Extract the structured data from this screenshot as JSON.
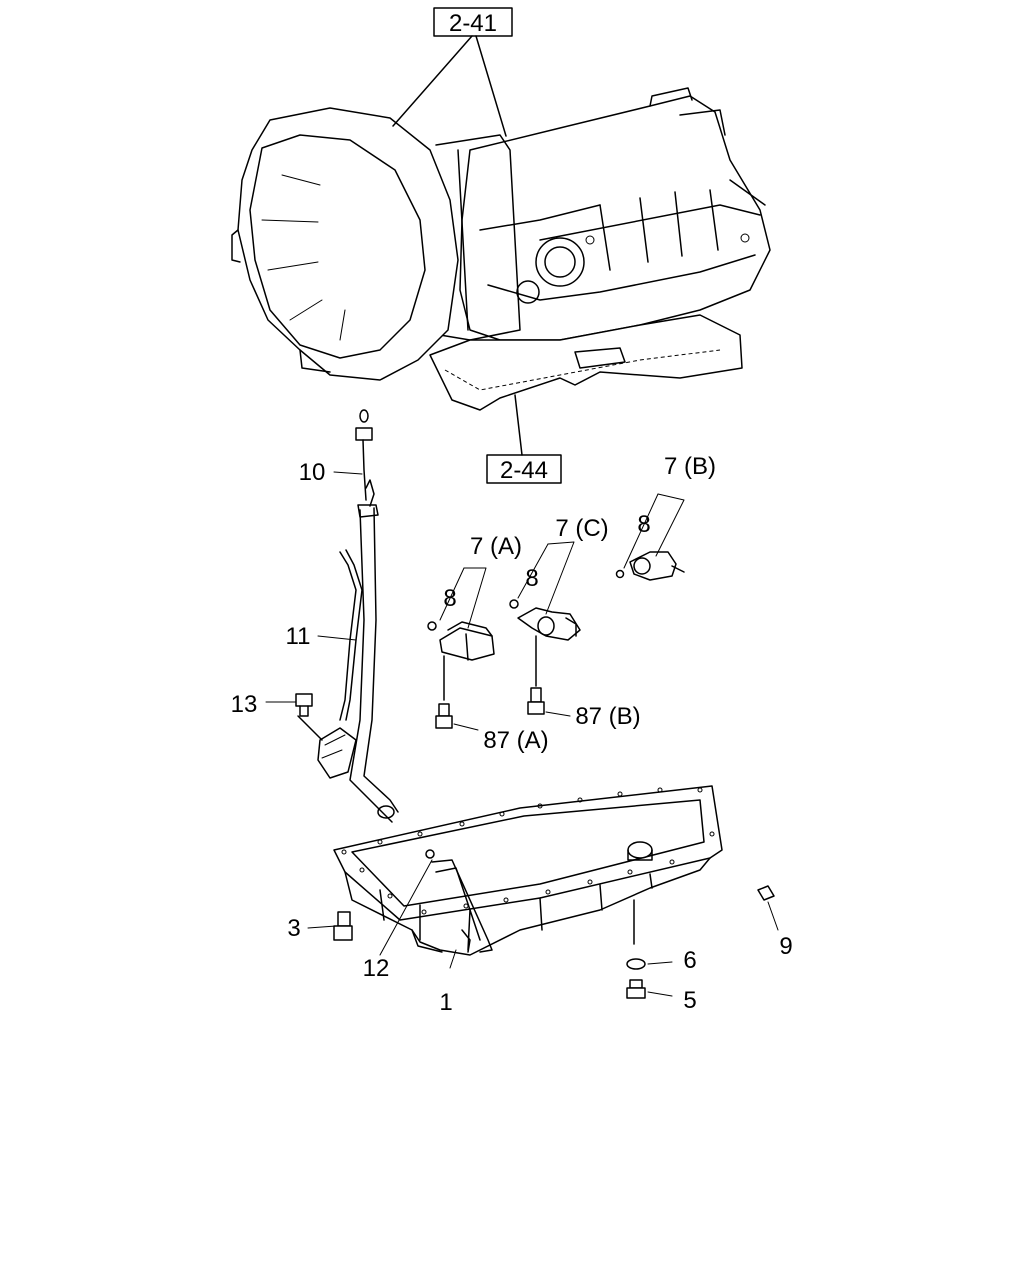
{
  "refs": {
    "top": "2-41",
    "bottom": "2-44"
  },
  "callouts": {
    "c1": "1",
    "c3": "3",
    "c5": "5",
    "c6": "6",
    "c7a": "7 (A)",
    "c7b": "7 (B)",
    "c7c": "7 (C)",
    "c8a": "8",
    "c8b": "8",
    "c8c": "8",
    "c9": "9",
    "c10": "10",
    "c11": "11",
    "c12": "12",
    "c13": "13",
    "c87a": "87 (A)",
    "c87b": "87 (B)"
  }
}
